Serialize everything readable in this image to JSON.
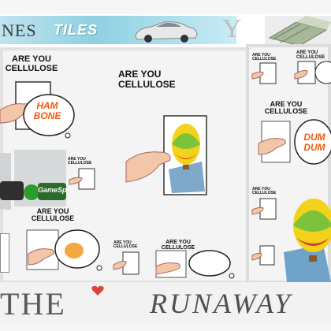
{
  "banner": {
    "left_text": "NES",
    "tiles_text": "TILES",
    "right_letter": "Y"
  },
  "captions": {
    "main": "ARE YOU\nCELLULOSE",
    "left": "ARE YOU\nCELLULOSE",
    "right": "ARE YOU\nCELLULOSE",
    "small_tr": "ARE YOU\nCELLULOSE",
    "small_tl": "ARE YOU\nCELLULOSE",
    "bottom_left": "ARE YOU\nCELLULOSE",
    "bottom_mid_a": "ARE YOU\nCELLULOSE",
    "bottom_mid_b": "ARE YOU\nCELLULOSE",
    "tiny_a": "ARE YOU\nCELLULOSE",
    "tiny_b": "ARE YOU\nCELLULOSE"
  },
  "bubbles": {
    "ham_bone": "HAM\nBONE",
    "dum_dum": "DUM\nDUM"
  },
  "logo_text": "GameSpy",
  "footer": {
    "left": "THE",
    "right": "RUNAWAY"
  },
  "colors": {
    "bubble_text": "#f25b0e",
    "banner": "#8fd0e2",
    "balloon_green": "#7cc23a",
    "balloon_yellow": "#f2d21b",
    "balloon_red": "#d93a2a",
    "heart": "#d8473d"
  }
}
